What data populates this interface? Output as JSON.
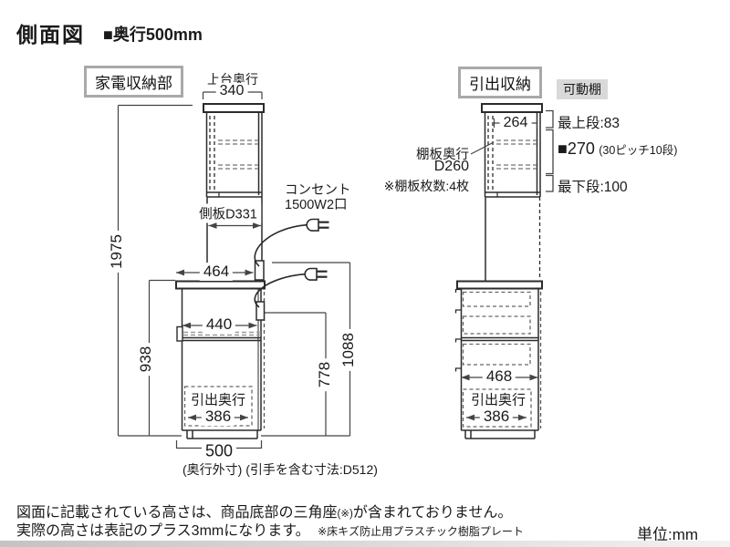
{
  "colors": {
    "line": "#2b2b2b",
    "dimension_line": "#444444",
    "gray_dash": "#9b9b9b",
    "section_box_border": "#a9a9a9",
    "movable_shelf_tag_bg": "#d9d9d9",
    "text": "#1a1a1a"
  },
  "header": {
    "title": "側面図",
    "depth_note": "■奥行500mm"
  },
  "left": {
    "label": "家電収納部",
    "top_depth_label": "上台奥行",
    "top_depth": "340",
    "total_height": "1975",
    "side_panel": "側板D331",
    "upper_clearance": "464",
    "counter_height": "938",
    "inner_width": "440",
    "outlet_height_low": "778",
    "outlet_height_high": "1088",
    "drawer_label": "引出奥行",
    "drawer_depth": "386",
    "outer_depth": "500",
    "outer_depth_note": "(奥行外寸) (引手を含む寸法:D512)",
    "outlet_label1": "コンセント",
    "outlet_label2": "1500W2口"
  },
  "right": {
    "label": "引出収納",
    "shelf_tag": "可動棚",
    "top_inner_width": "264",
    "shelf_depth_label": "棚板奥行",
    "shelf_depth": "D260",
    "shelf_count_note": "※棚板枚数:4枚",
    "top_stage": "最上段:83",
    "pitch": "■270",
    "pitch_note": "(30ピッチ10段)",
    "bottom_stage": "最下段:100",
    "inner_width": "468",
    "drawer_label": "引出奥行",
    "drawer_depth": "386"
  },
  "footer": {
    "note1_a": "図面に記載されている高さは、商品底部の三角座",
    "note1_b": "(※)",
    "note1_c": "が含まれておりません。",
    "note2_a": "実際の高さは表記のプラス3mmになります。",
    "note2_b": "※床キズ防止用プラスチック樹脂プレート",
    "unit": "単位:mm"
  }
}
